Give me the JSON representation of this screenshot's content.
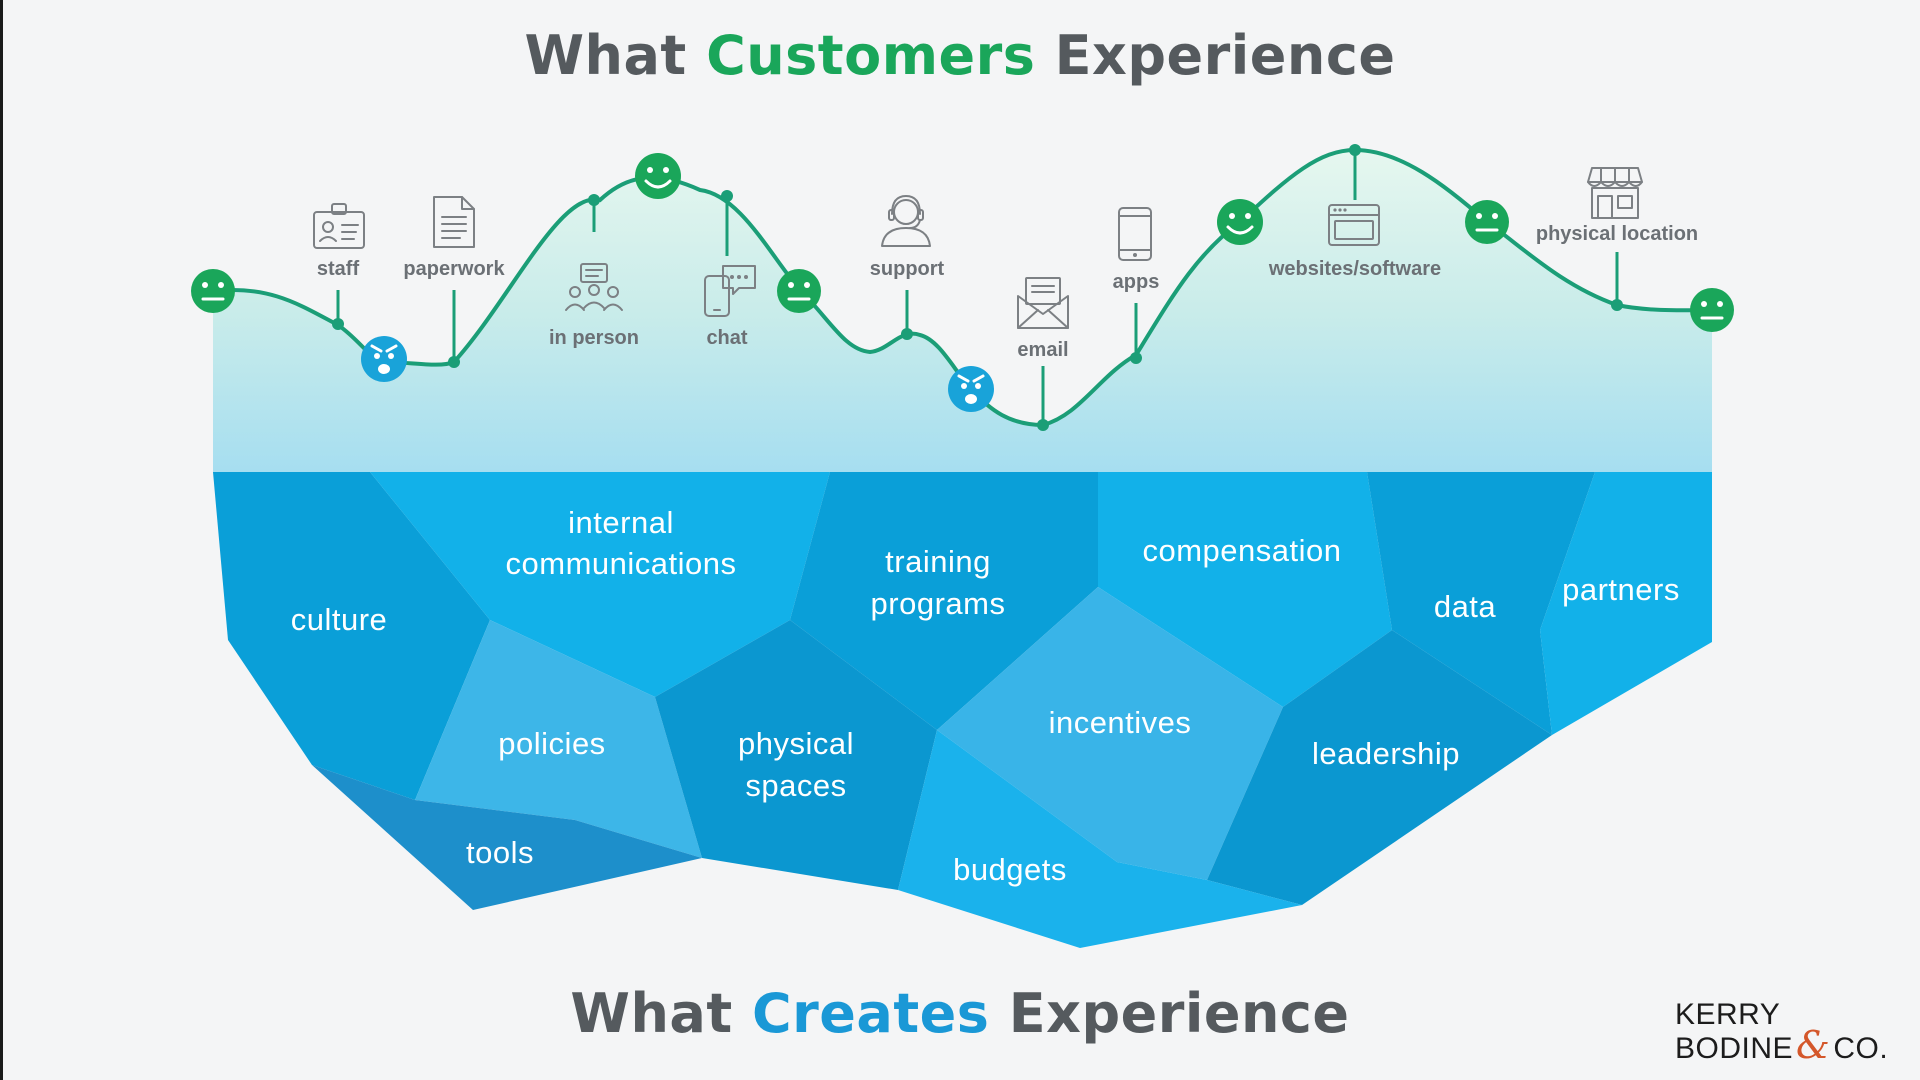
{
  "title_top": {
    "prefix": "What",
    "accent": "Customers",
    "suffix": "Experience"
  },
  "title_bottom": {
    "prefix": "What",
    "accent": "Creates",
    "suffix": "Experience"
  },
  "touchpoints": {
    "staff": "staff",
    "paperwork": "paperwork",
    "in_person": "in person",
    "chat": "chat",
    "support": "support",
    "email": "email",
    "apps": "apps",
    "websites_software": "websites/software",
    "physical_location": "physical location"
  },
  "blocks": {
    "culture": "culture",
    "internal_communications": [
      "internal",
      "communications"
    ],
    "training_programs": [
      "training",
      "programs"
    ],
    "compensation": "compensation",
    "data": "data",
    "partners": "partners",
    "policies": "policies",
    "physical_spaces": [
      "physical",
      "spaces"
    ],
    "incentives": "incentives",
    "leadership": "leadership",
    "tools": "tools",
    "budgets": "budgets"
  },
  "journey_moods": [
    "neutral",
    "angry",
    "happy",
    "neutral",
    "angry",
    "happy",
    "neutral",
    "neutral"
  ],
  "logo": {
    "line1": "KERRY",
    "line2": "BODINE",
    "amp": "&",
    "line3": "CO."
  },
  "colors": {
    "happy": "#1aa65a",
    "curve": "#1b9e77",
    "angry": "#19a3d9",
    "water_top": "#e3f6ef",
    "water_bottom": "#a9dff0"
  }
}
